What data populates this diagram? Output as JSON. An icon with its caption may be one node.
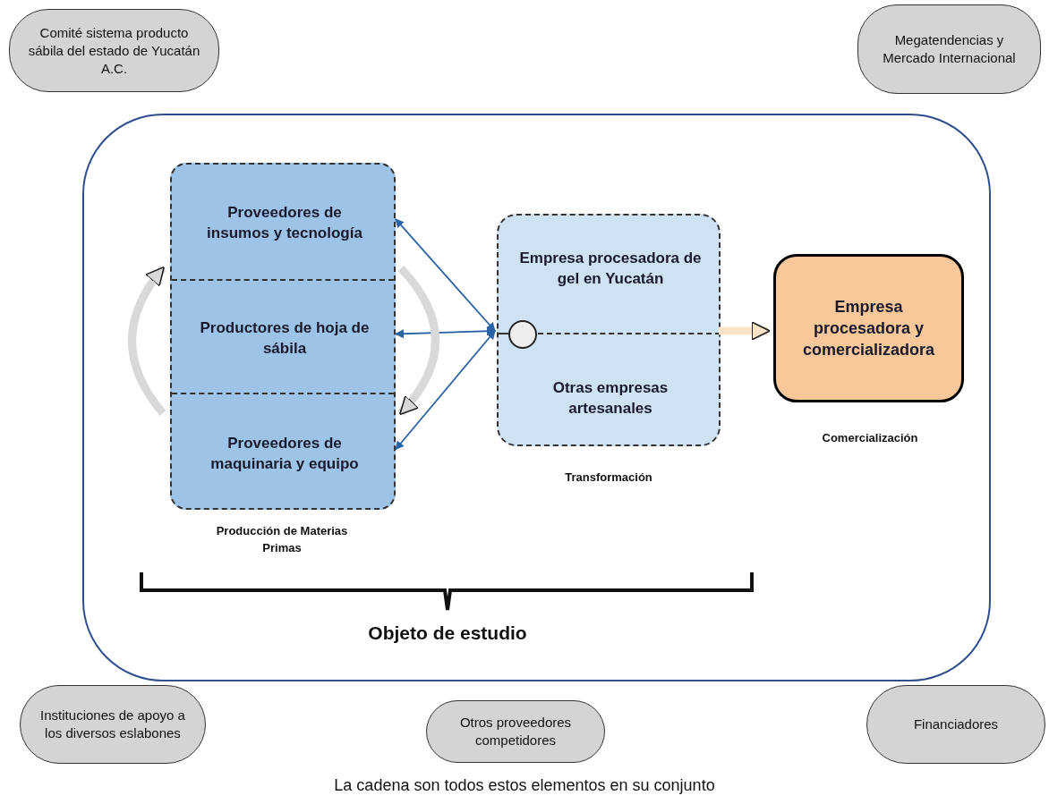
{
  "diagram": {
    "caption": "La cadena son todos estos elementos en su conjunto",
    "nodes": [
      {
        "text": [
          "Comité sistema producto sábila del estado de Yucatán A.C."
        ]
      },
      {
        "text": [
          "Megatendencias y Mercado Internacional"
        ]
      },
      {
        "text": [],
        "shape": "box"
      },
      {
        "text": [],
        "shape": "box",
        "beside": [
          "Producción de Materias Primas"
        ],
        "in": 2
      },
      {
        "text": [
          "Proveedores de insumos y tecnología"
        ],
        "in": 3
      },
      {
        "text": [
          "Productores de hoja de sábila"
        ],
        "in": 3
      },
      {
        "text": [
          "Proveedores de maquinaria y equipo"
        ],
        "in": 3
      },
      {
        "text": [],
        "shape": "box",
        "beside": [
          "Transformación"
        ],
        "in": 2
      },
      {
        "text": [
          "Empresa procesadora de gel en Yucatán"
        ],
        "in": 7
      },
      {
        "text": [
          "Otras empresas artesanales"
        ],
        "in": 7
      },
      {
        "text": [],
        "shape": "circle",
        "in": 7
      },
      {
        "text": [
          "Empresa procesadora y comercializadora"
        ],
        "beside": [
          "Comercialización"
        ],
        "in": 2
      },
      {
        "text": [
          "Instituciones de apoyo a los diversos eslabones"
        ]
      },
      {
        "text": [
          "Otros proveedores competidores"
        ]
      },
      {
        "text": [
          "Financiadores"
        ]
      }
    ],
    "edges": [
      {
        "from": 7,
        "to": 4,
        "arrow": "both"
      },
      {
        "from": 7,
        "to": 5,
        "arrow": "both"
      },
      {
        "from": 7,
        "to": 6,
        "arrow": "both"
      },
      {
        "from": 6,
        "to": 4,
        "arrow": "to",
        "style": "thick",
        "color": "#d9d9d9"
      },
      {
        "from": 4,
        "to": 6,
        "arrow": "to",
        "style": "thick",
        "color": "#d9d9d9"
      },
      {
        "from": 7,
        "to": 11,
        "arrow": "to",
        "style": "thick",
        "color": "#fbe3c8"
      }
    ],
    "labels": [
      "Objeto de estudio"
    ]
  }
}
